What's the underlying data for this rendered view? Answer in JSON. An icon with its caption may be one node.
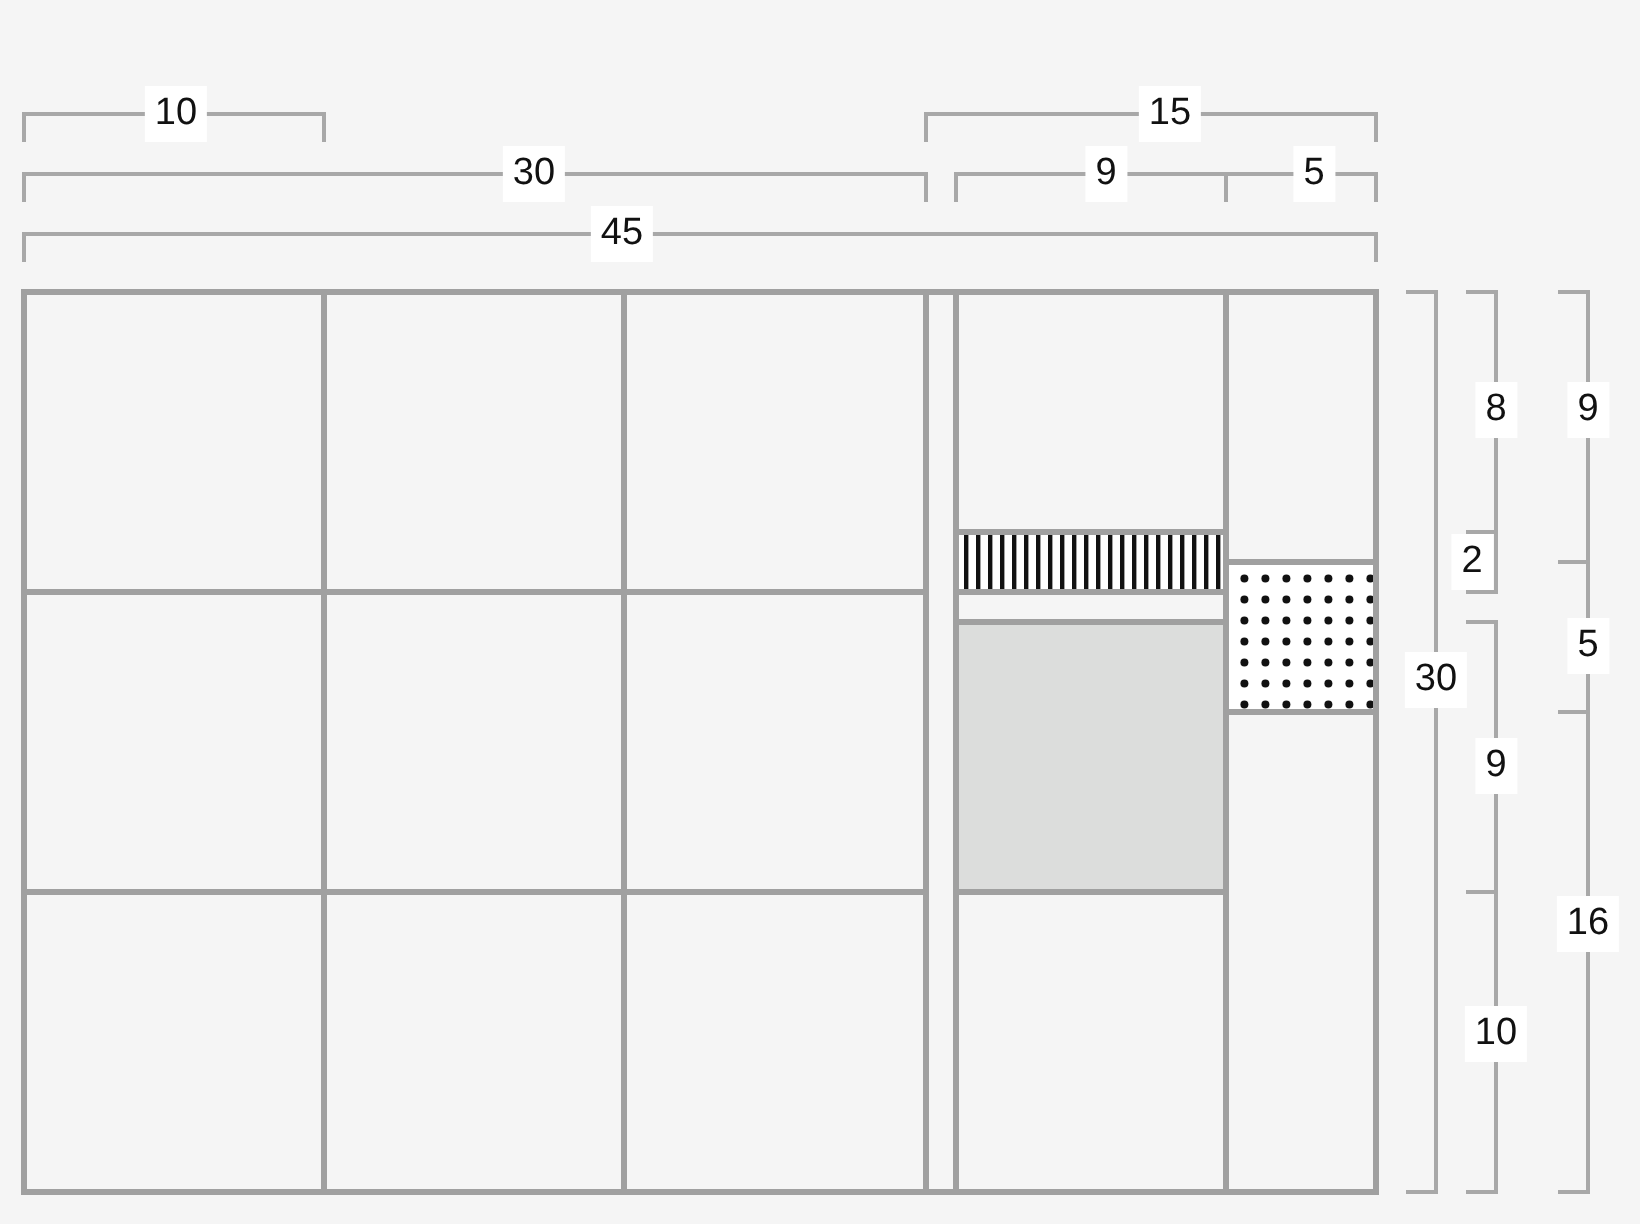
{
  "diagram": {
    "labels": [
      "10",
      "15",
      "30",
      "9",
      "5",
      "45",
      "8",
      "9",
      "2",
      "5",
      "30",
      "9",
      "16",
      "10"
    ]
  }
}
